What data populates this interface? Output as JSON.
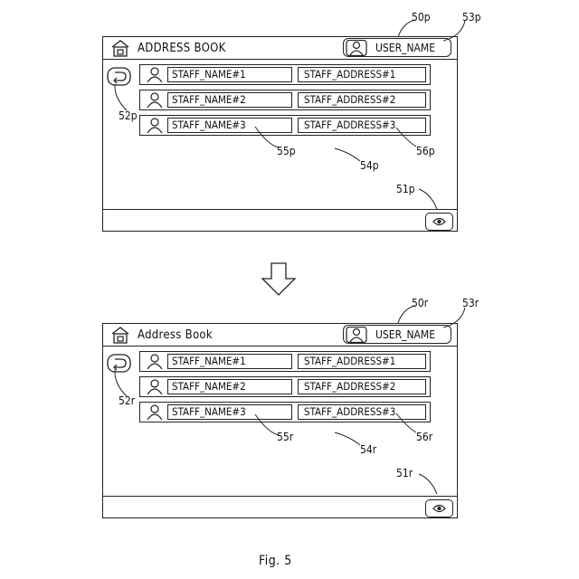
{
  "panels": [
    {
      "id": "top",
      "title": "ADDRESS BOOK",
      "user_label": "USER_NAME",
      "rows": [
        {
          "name": "STAFF_NAME#1",
          "address": "STAFF_ADDRESS#1"
        },
        {
          "name": "STAFF_NAME#2",
          "address": "STAFF_ADDRESS#2"
        },
        {
          "name": "STAFF_NAME#3",
          "address": "STAFF_ADDRESS#3"
        }
      ],
      "refs": {
        "screen": "50p",
        "user_button": "53p",
        "back_button": "52p",
        "name_field": "55p",
        "list": "54p",
        "address_field": "56p",
        "eye_button": "51p"
      }
    },
    {
      "id": "bottom",
      "title": "Address Book",
      "user_label": "USER_NAME",
      "rows": [
        {
          "name": "STAFF_NAME#1",
          "address": "STAFF_ADDRESS#1"
        },
        {
          "name": "STAFF_NAME#2",
          "address": "STAFF_ADDRESS#2"
        },
        {
          "name": "STAFF_NAME#3",
          "address": "STAFF_ADDRESS#3"
        }
      ],
      "refs": {
        "screen": "50r",
        "user_button": "53r",
        "back_button": "52r",
        "name_field": "55r",
        "list": "54r",
        "address_field": "56r",
        "eye_button": "51r"
      }
    }
  ],
  "icons": {
    "home": "home-icon",
    "user": "user-icon",
    "back": "back-arrow-icon",
    "person": "person-icon",
    "eye": "eye-icon",
    "transition": "down-arrow-icon"
  },
  "figure_label": "Fig. 5"
}
